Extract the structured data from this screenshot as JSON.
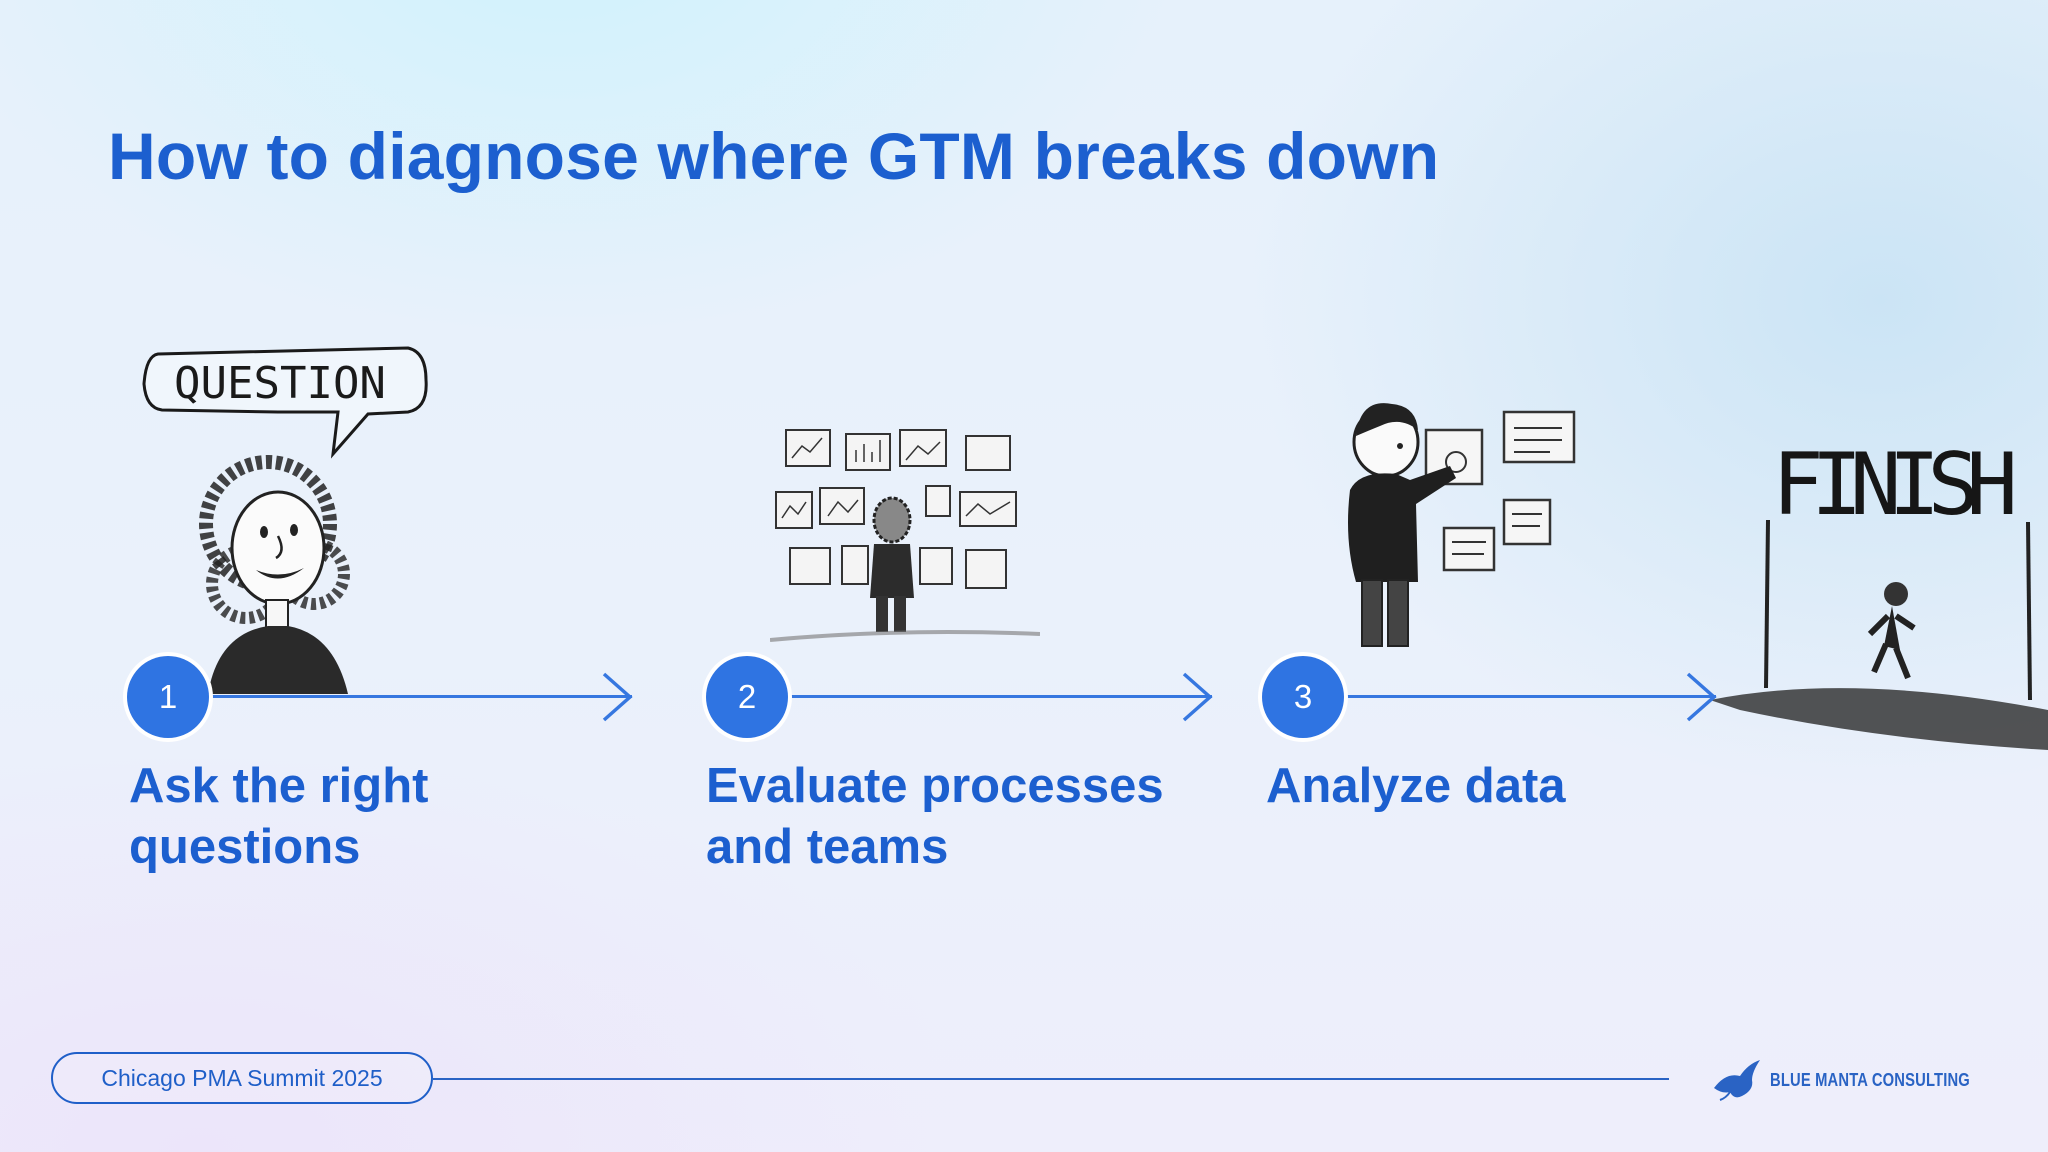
{
  "slide": {
    "title": "How to diagnose where GTM breaks down"
  },
  "steps": [
    {
      "number": "1",
      "label_line1": "Ask the right",
      "label_line2": "questions",
      "illustration": "woman-question-bubble-sketch"
    },
    {
      "number": "2",
      "label_line1": "Evaluate processes",
      "label_line2": "and teams",
      "illustration": "person-viewing-dashboard-wall-sketch"
    },
    {
      "number": "3",
      "label_line1": "Analyze data",
      "label_line2": "",
      "illustration": "person-pinning-notes-sketch"
    }
  ],
  "illustrations": {
    "speech_bubble_text": "QUESTION",
    "finish_sign_text": "FINISH"
  },
  "footer": {
    "event": "Chicago PMA Summit 2025",
    "brand_name": "BLUE MANTA CONSULTING"
  },
  "colors": {
    "accent": "#1c5fcf",
    "badge": "#2f74e2",
    "line": "#3677e0"
  }
}
